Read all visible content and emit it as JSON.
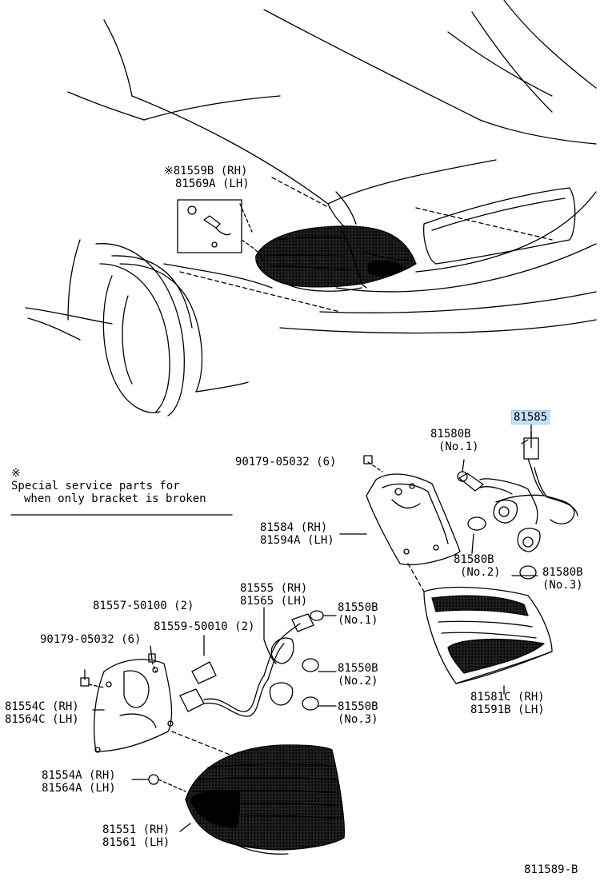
{
  "colors": {
    "line": "#000000",
    "highlight": "#bfe3f7"
  },
  "note": {
    "mark": "※",
    "line1": "Special service parts for",
    "line2": "when only bracket is broken"
  },
  "labels": {
    "top_bracket_rh": "※81559B (RH)",
    "top_bracket_lh": "81569A (LH)",
    "harness": "81585",
    "bulb_top_code": "81580B",
    "bulb_top_no": "(No.1)",
    "screw_top": "90179-05032 (6)",
    "inner_base_rh": "81584  (RH)",
    "inner_base_lh": "81594A (LH)",
    "bulb_mid_code": "81580B",
    "bulb_mid_no": "(No.2)",
    "bulb_right_code": "81580B",
    "bulb_right_no": "(No.3)",
    "inner_lens_rh": "81581C (RH)",
    "inner_lens_lh": "81591B (LH)",
    "socket_rh": "81555 (RH)",
    "socket_lh": "81565 (LH)",
    "nut_upper": "81557-50100 (2)",
    "nut_lower": "81559-50010 (2)",
    "screw_left": "90179-05032 (6)",
    "bulb1_code": "81550B",
    "bulb1_no": "(No.1)",
    "bulb2_code": "81550B",
    "bulb2_no": "(No.2)",
    "bulb3_code": "81550B",
    "bulb3_no": "(No.3)",
    "bracket_rh": "81554C (RH)",
    "bracket_lh": "81564C (LH)",
    "gasket_rh": "81554A (RH)",
    "gasket_lh": "81564A (LH)",
    "outer_lamp_rh": "81551 (RH)",
    "outer_lamp_lh": "81561 (LH)",
    "figure_id": "811589-B"
  }
}
